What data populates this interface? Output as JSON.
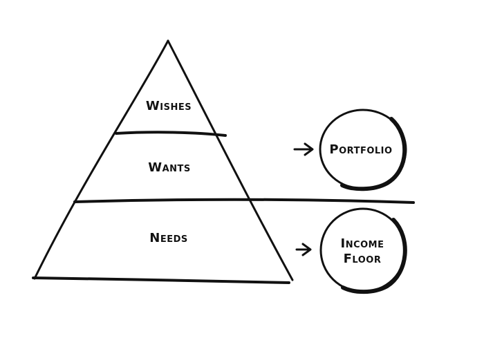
{
  "pyramid": {
    "levels": [
      {
        "label": "Wishes"
      },
      {
        "label": "Wants"
      },
      {
        "label": "Needs"
      }
    ]
  },
  "circles": [
    {
      "lines": [
        "Portfolio"
      ]
    },
    {
      "lines": [
        "Income",
        "Floor"
      ]
    }
  ]
}
